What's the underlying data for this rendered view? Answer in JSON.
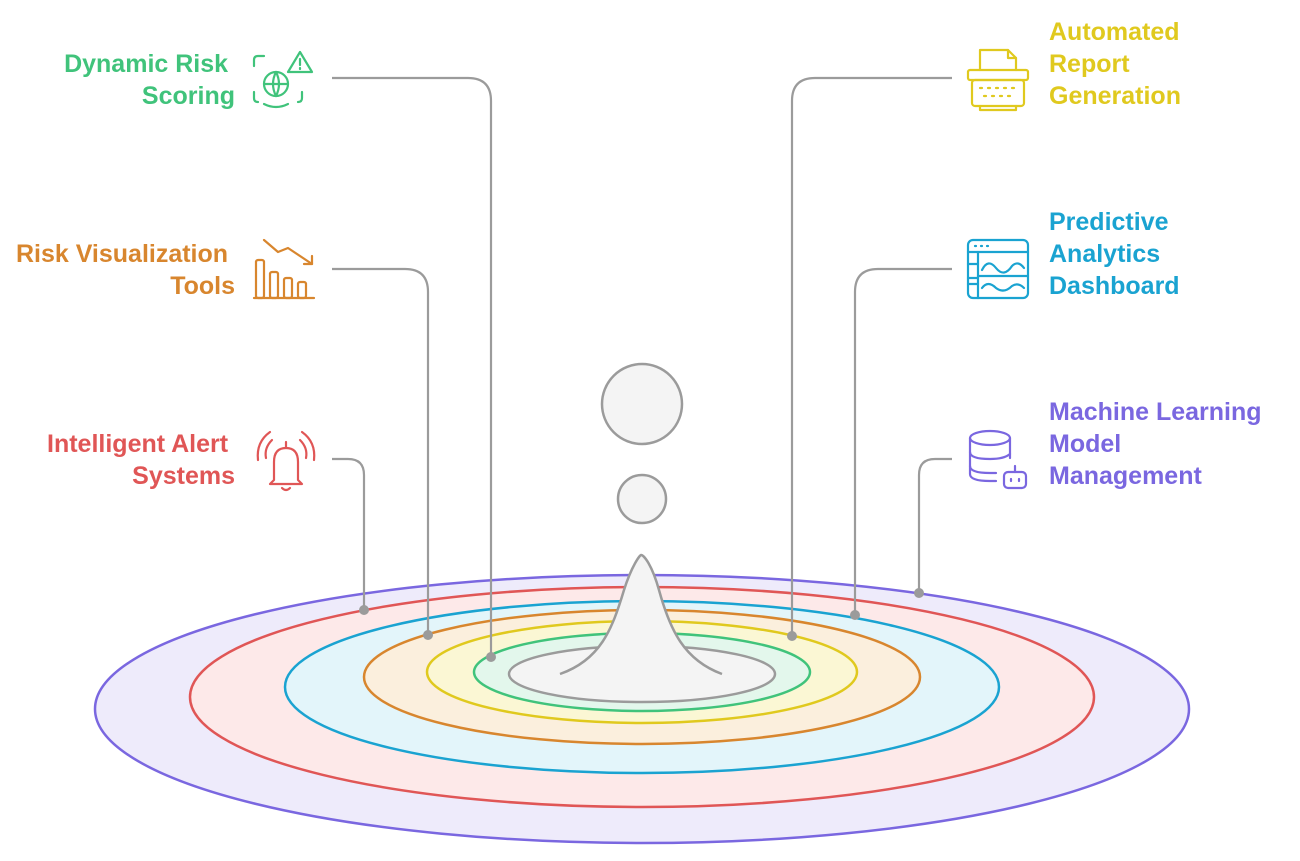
{
  "colors": {
    "purple": "#7a67e0",
    "red": "#e05656",
    "blue": "#1aa3d1",
    "orange": "#d8862e",
    "yellow": "#e0c91e",
    "green": "#40c37b",
    "gray": "#9b9b9b"
  },
  "items": [
    {
      "id": "dynamic-risk-scoring",
      "lines": [
        "Dynamic Risk",
        "Scoring"
      ],
      "icon": "risk-globe-alert-icon",
      "color": "green"
    },
    {
      "id": "risk-visualization-tools",
      "lines": [
        "Risk Visualization",
        "Tools"
      ],
      "icon": "declining-bar-chart-icon",
      "color": "orange"
    },
    {
      "id": "intelligent-alert-systems",
      "lines": [
        "Intelligent Alert",
        "Systems"
      ],
      "icon": "ringing-bell-icon",
      "color": "red"
    },
    {
      "id": "automated-report-generation",
      "lines": [
        "Automated",
        "Report",
        "Generation"
      ],
      "icon": "typewriter-icon",
      "color": "yellow"
    },
    {
      "id": "predictive-analytics-dashboard",
      "lines": [
        "Predictive",
        "Analytics",
        "Dashboard"
      ],
      "icon": "dashboard-window-icon",
      "color": "blue"
    },
    {
      "id": "machine-learning-model-management",
      "lines": [
        "Machine Learning",
        "Model",
        "Management"
      ],
      "icon": "database-robot-icon",
      "color": "purple"
    }
  ]
}
